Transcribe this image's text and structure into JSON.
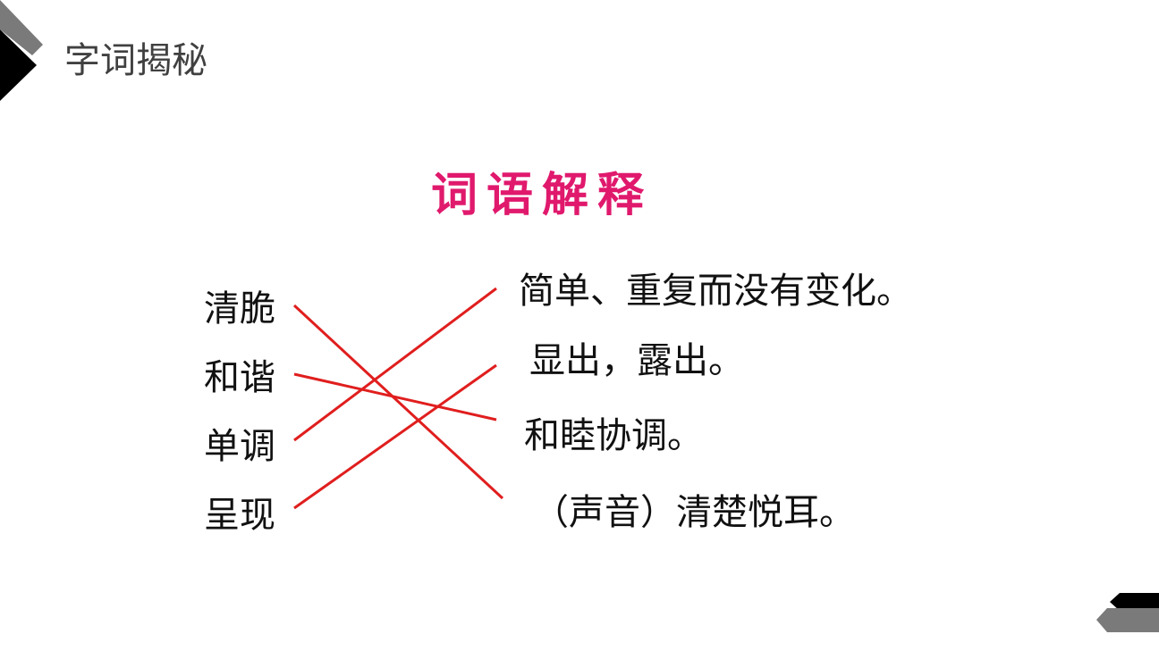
{
  "header": {
    "section_title": "字词揭秘"
  },
  "slide": {
    "title": "词语解释"
  },
  "matching": {
    "words": [
      "清脆",
      "和谐",
      "单调",
      "呈现"
    ],
    "definitions": [
      "简单、重复而没有变化。",
      "显出，露出。",
      "和睦协调。",
      "（声音）清楚悦耳。"
    ],
    "answers": [
      {
        "word": "清脆",
        "definition": "（声音）清楚悦耳。"
      },
      {
        "word": "和谐",
        "definition": "和睦协调。"
      },
      {
        "word": "单调",
        "definition": "简单、重复而没有变化。"
      },
      {
        "word": "呈现",
        "definition": "显出，露出。"
      }
    ],
    "line_color": "#e01e1e"
  },
  "colors": {
    "title_accent": "#e0196d",
    "deco_dark": "#000000",
    "deco_gray": "#7a7a7a"
  }
}
